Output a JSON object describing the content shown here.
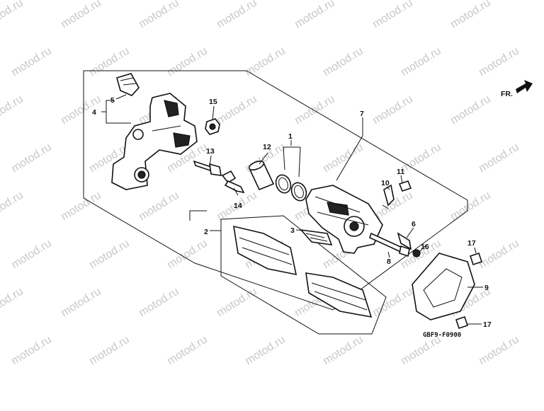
{
  "watermark": {
    "text": "motod.ru"
  },
  "direction": {
    "label": "FR."
  },
  "diagram_code": "GBF9-F0900",
  "callouts": [
    {
      "id": "c1",
      "text": "1"
    },
    {
      "id": "c2",
      "text": "2"
    },
    {
      "id": "c3",
      "text": "3"
    },
    {
      "id": "c4",
      "text": "4"
    },
    {
      "id": "c5",
      "text": "5"
    },
    {
      "id": "c6",
      "text": "6"
    },
    {
      "id": "c7",
      "text": "7"
    },
    {
      "id": "c8",
      "text": "8"
    },
    {
      "id": "c9",
      "text": "9"
    },
    {
      "id": "c10",
      "text": "10"
    },
    {
      "id": "c11",
      "text": "11"
    },
    {
      "id": "c12",
      "text": "12"
    },
    {
      "id": "c13",
      "text": "13"
    },
    {
      "id": "c14",
      "text": "14"
    },
    {
      "id": "c15",
      "text": "15"
    },
    {
      "id": "c16",
      "text": "16"
    },
    {
      "id": "c17a",
      "text": "17"
    },
    {
      "id": "c17b",
      "text": "17"
    }
  ],
  "colors": {
    "ink": "#111111",
    "watermark": "#c8c8c8",
    "background": "#ffffff"
  }
}
